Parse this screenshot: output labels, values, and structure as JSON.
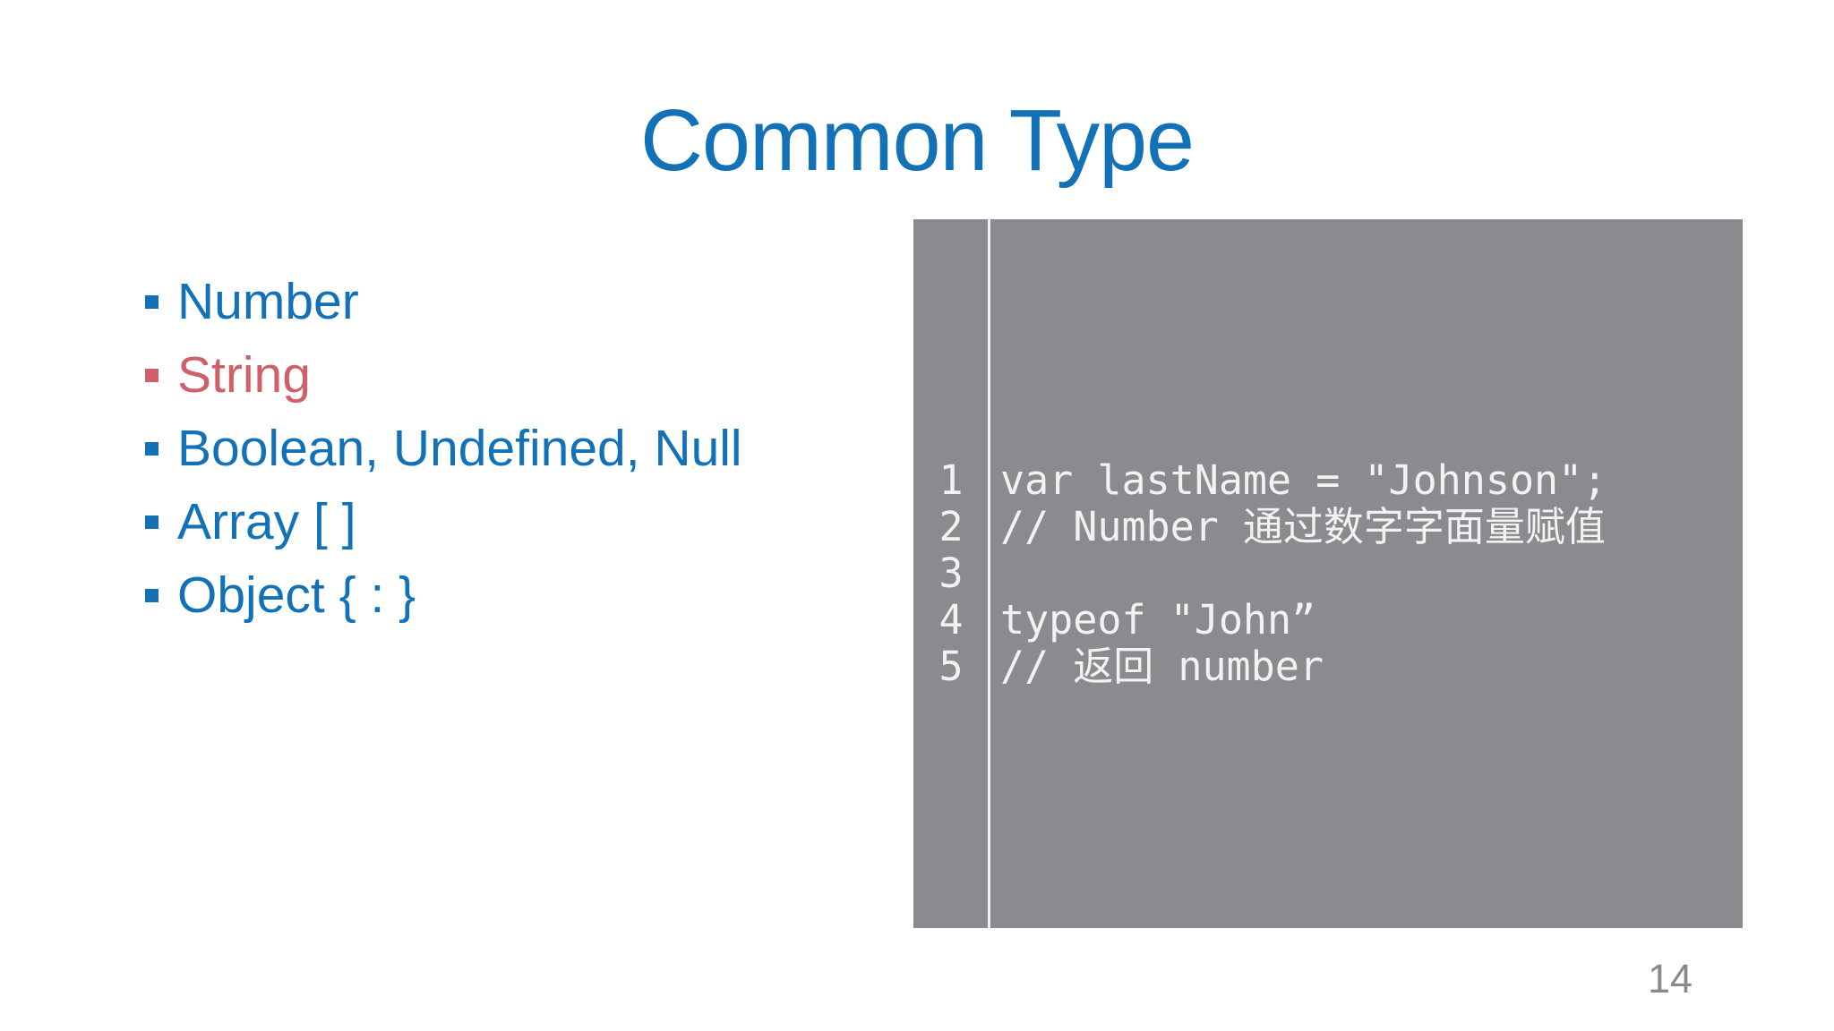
{
  "slide": {
    "title": "Common Type",
    "page_number": "14"
  },
  "colors": {
    "accent_blue": "#1271B7",
    "accent_red": "#CF5F69",
    "code_background": "#8A8B8F",
    "code_text": "#F2F2F3",
    "gutter_divider": "#EFEFF1",
    "page_number_gray": "#8A8A8A"
  },
  "type_list": {
    "items": [
      {
        "label": "Number",
        "color": "#1271B7"
      },
      {
        "label": "String",
        "color": "#CF5F69"
      },
      {
        "label": "Boolean, Undefined, Null",
        "color": "#1271B7"
      },
      {
        "label": "Array [ ]",
        "color": "#1271B7"
      },
      {
        "label": "Object { : }",
        "color": "#1271B7"
      }
    ]
  },
  "code_block": {
    "lines": [
      {
        "number": "1",
        "code": "var lastName = \"Johnson\";"
      },
      {
        "number": "2",
        "code": "// Number 通过数字字面量赋值"
      },
      {
        "number": "3",
        "code": ""
      },
      {
        "number": "4",
        "code": "typeof \"John”"
      },
      {
        "number": "5",
        "code": "// 返回 number"
      }
    ]
  }
}
